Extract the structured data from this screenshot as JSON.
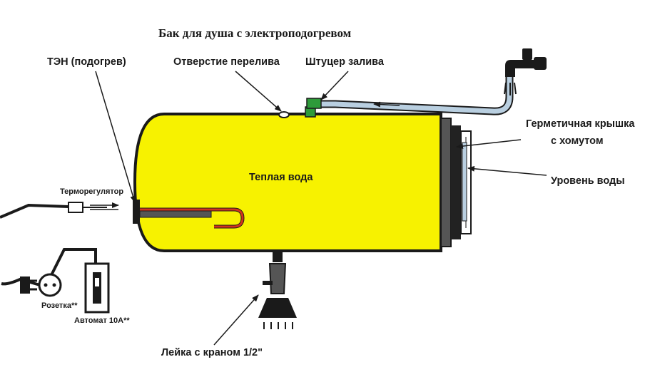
{
  "title": "Бак для душа с электроподогревом",
  "labels": {
    "heater": "ТЭН (подогрев)",
    "overflow": "Отверстие перелива",
    "fill_fitting": "Штуцер залива",
    "lid": "Герметичная крышка",
    "lid_line2": "с хомутом",
    "water_level": "Уровень воды",
    "warm_water": "Теплая вода",
    "thermostat": "Терморегулятор",
    "socket": "Розетка**",
    "breaker": "Автомат 10А**",
    "shower": "Лейка с краном 1/2\""
  },
  "colors": {
    "tank_fill": "#f7f200",
    "outline": "#1a1a1a",
    "heater_element": "#d0341c",
    "fitting": "#2e9b3a",
    "pipe": "#b9cfe0"
  },
  "icons": [
    "faucet-icon",
    "plug-icon",
    "socket-icon",
    "breaker-icon",
    "shower-head-icon"
  ]
}
